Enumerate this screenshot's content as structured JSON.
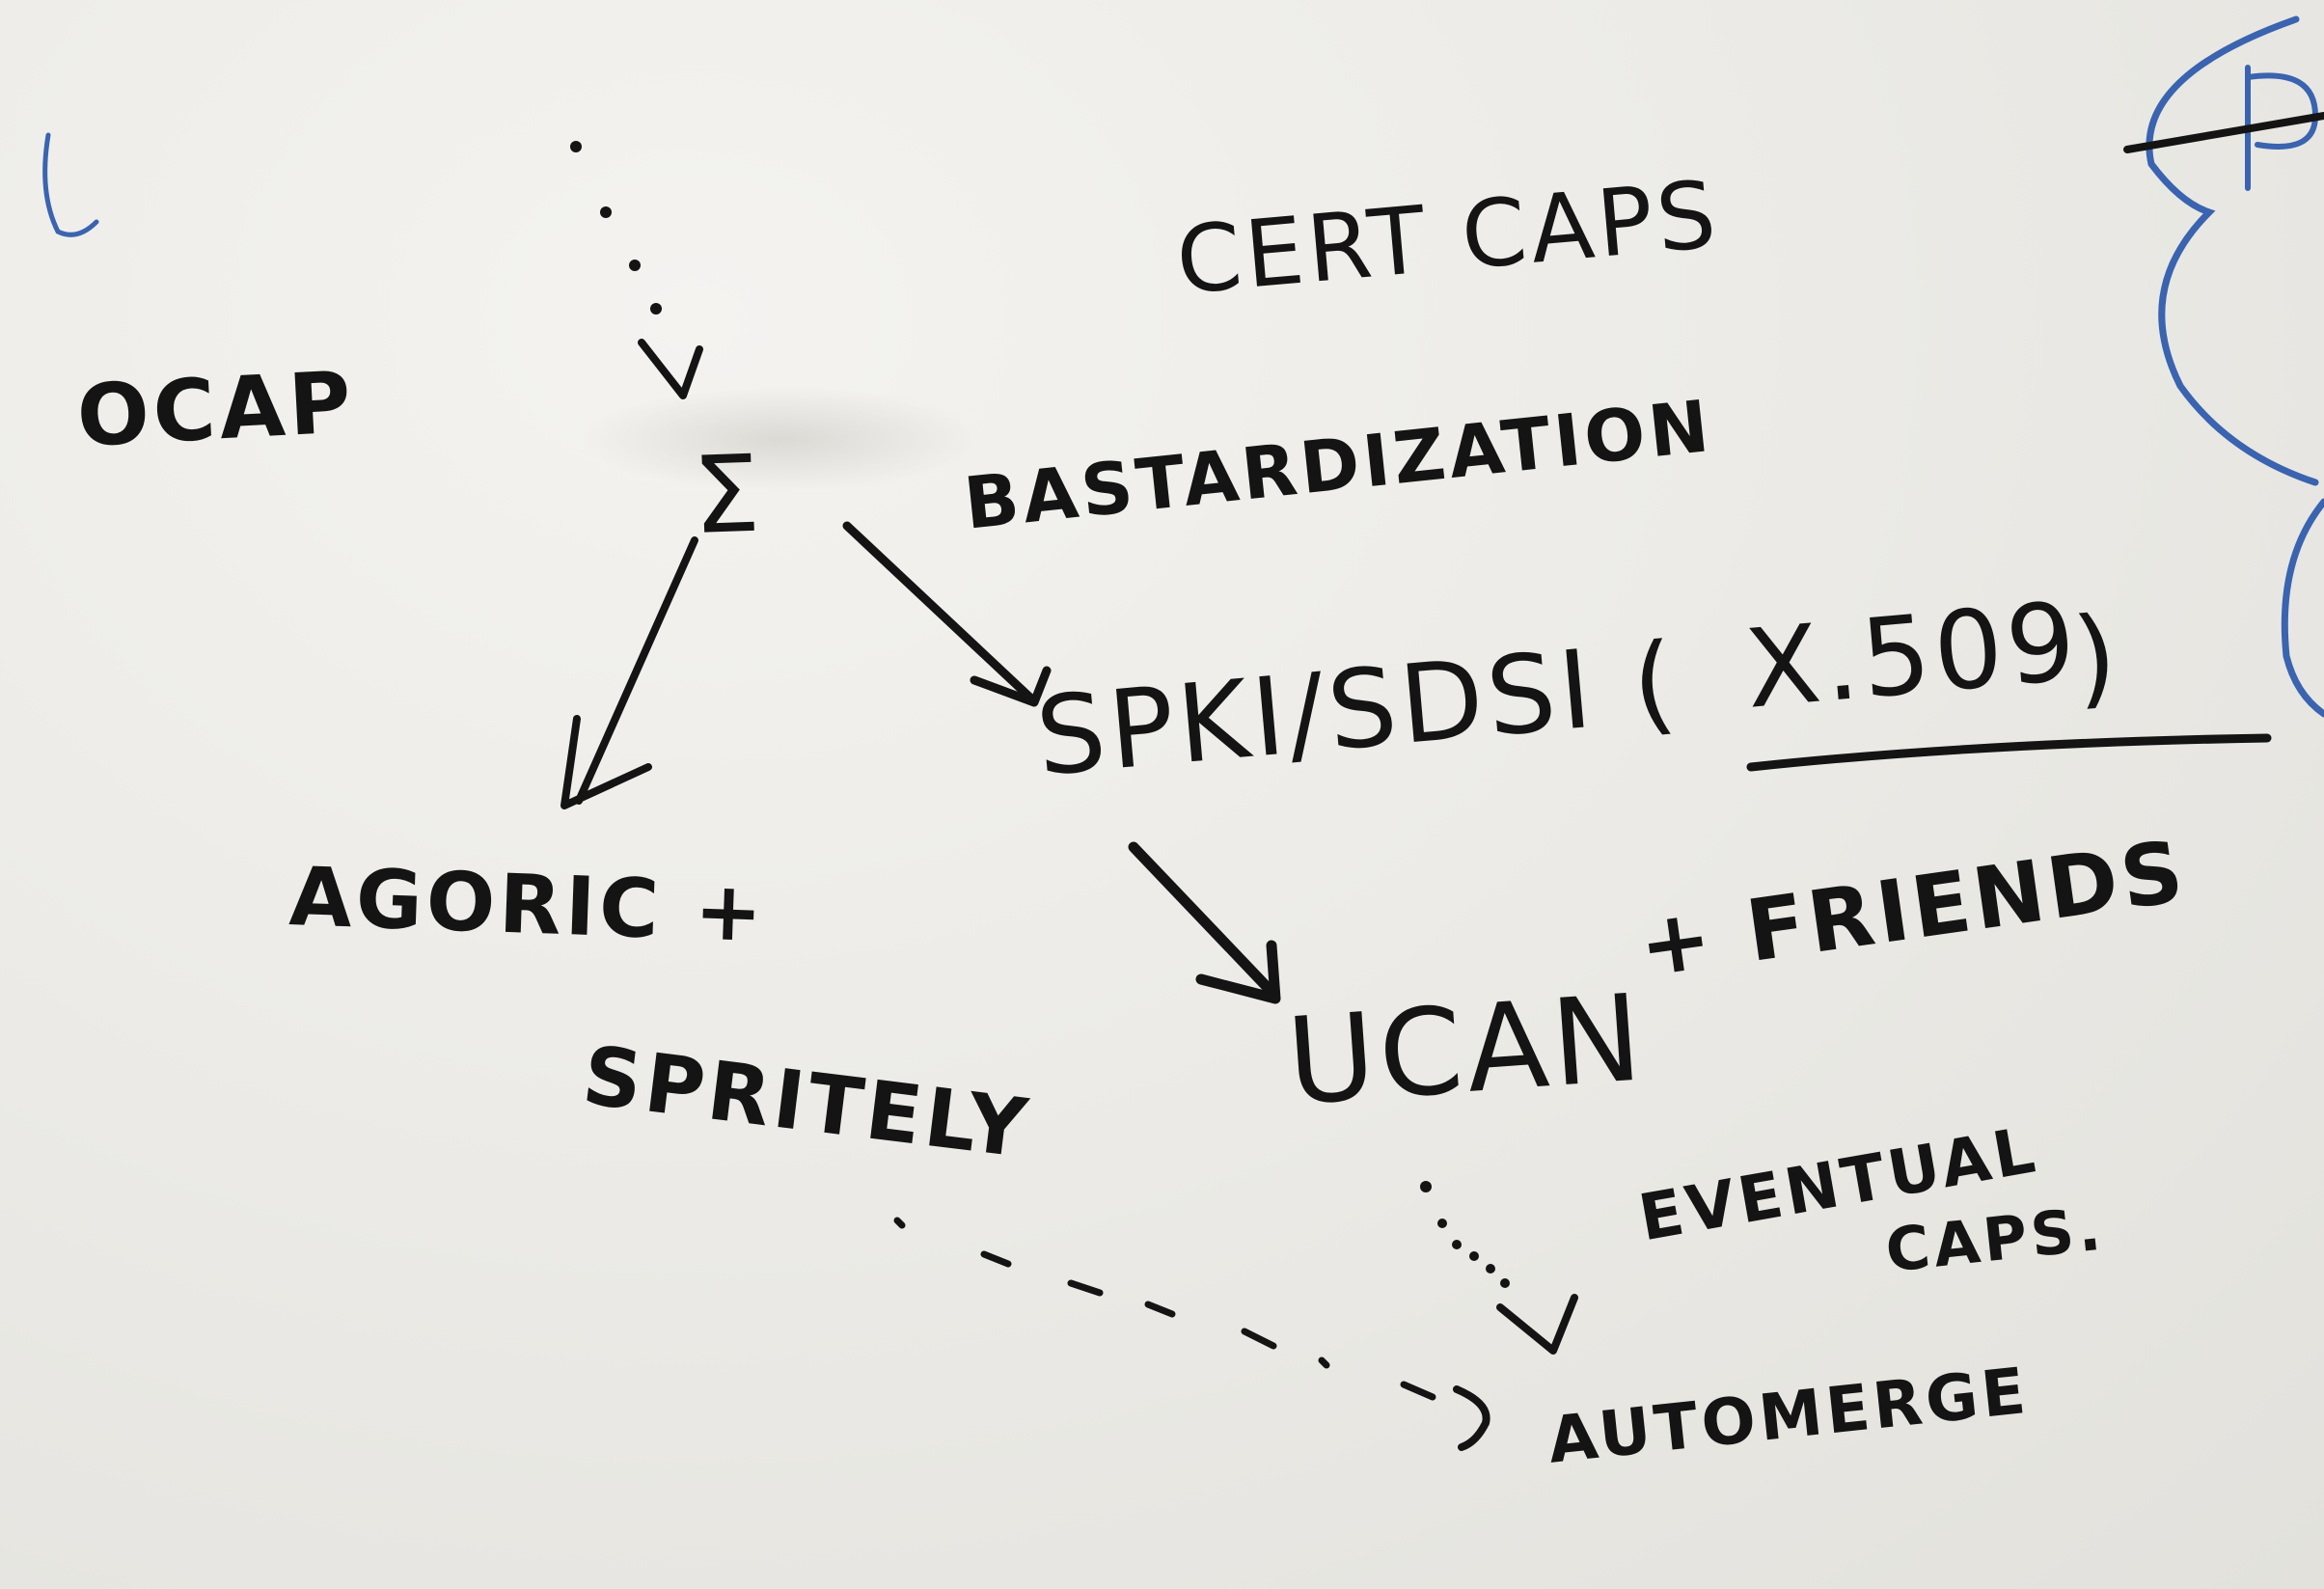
{
  "labels": {
    "ocap": "OCAP",
    "sigma": "Σ",
    "cert_caps": "CERT CAPS",
    "bastardization": "BASTARDIZATION",
    "spki": "SPKI/SDSI (",
    "x509": "X.509",
    "spki_close": ")",
    "agoric": "AGORIC +",
    "spritely": "SPRITELY",
    "ucan": "UCAN",
    "friends": "+ FRIENDS",
    "eventual": "EVENTUAL",
    "caps": "CAPS.",
    "automerge": "AUTOMERGE"
  },
  "colors": {
    "ink": "#141414",
    "blue_ink": "#3a63b0",
    "board": "#ecebe7"
  }
}
